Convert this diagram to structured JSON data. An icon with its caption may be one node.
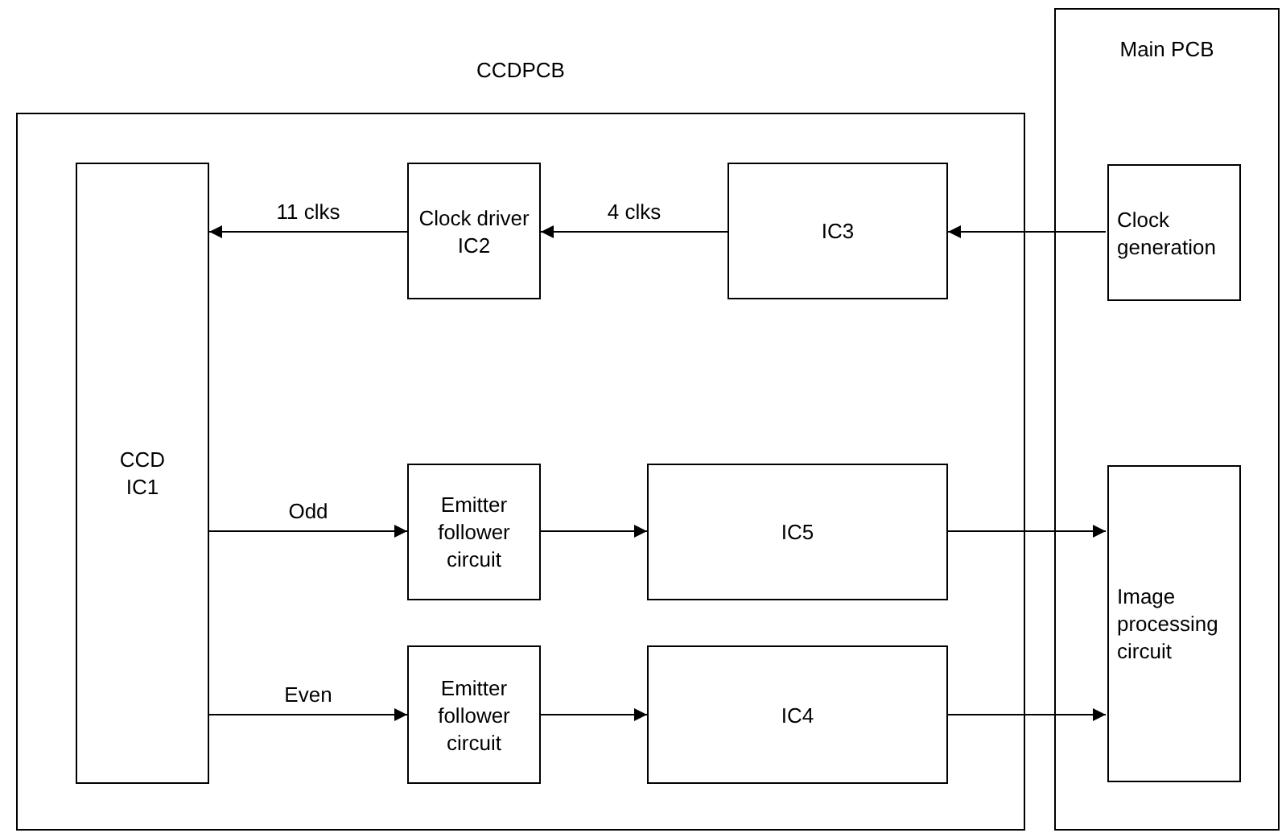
{
  "diagram": {
    "nodes": [
      {
        "text": [
          "CCDPCB"
        ]
      },
      {
        "text": [
          "CCD",
          "IC1"
        ],
        "in": 0
      },
      {
        "text": [
          "Clock driver",
          "IC2"
        ],
        "in": 0
      },
      {
        "text": [
          "IC3"
        ],
        "in": 0
      },
      {
        "text": [
          "Emitter follower circuit"
        ],
        "in": 0
      },
      {
        "text": [
          "IC5"
        ],
        "in": 0
      },
      {
        "text": [
          "Emitter follower circuit"
        ],
        "in": 0
      },
      {
        "text": [
          "IC4"
        ],
        "in": 0
      },
      {
        "text": [
          "Main PCB"
        ]
      },
      {
        "text": [
          "Clock generation"
        ],
        "in": 8
      },
      {
        "text": [
          "Image processing circuit"
        ],
        "in": 8
      }
    ],
    "edges": [
      {
        "from": 9,
        "to": 3,
        "arrow": "to"
      },
      {
        "from": 3,
        "to": 2,
        "arrow": "to",
        "label": "4 clks"
      },
      {
        "from": 2,
        "to": 1,
        "arrow": "to",
        "label": "11 clks"
      },
      {
        "from": 1,
        "to": 4,
        "arrow": "to",
        "label": "Odd"
      },
      {
        "from": 4,
        "to": 5,
        "arrow": "to"
      },
      {
        "from": 5,
        "to": 10,
        "arrow": "to"
      },
      {
        "from": 1,
        "to": 6,
        "arrow": "to",
        "label": "Even"
      },
      {
        "from": 6,
        "to": 7,
        "arrow": "to"
      },
      {
        "from": 7,
        "to": 10,
        "arrow": "to"
      }
    ]
  }
}
